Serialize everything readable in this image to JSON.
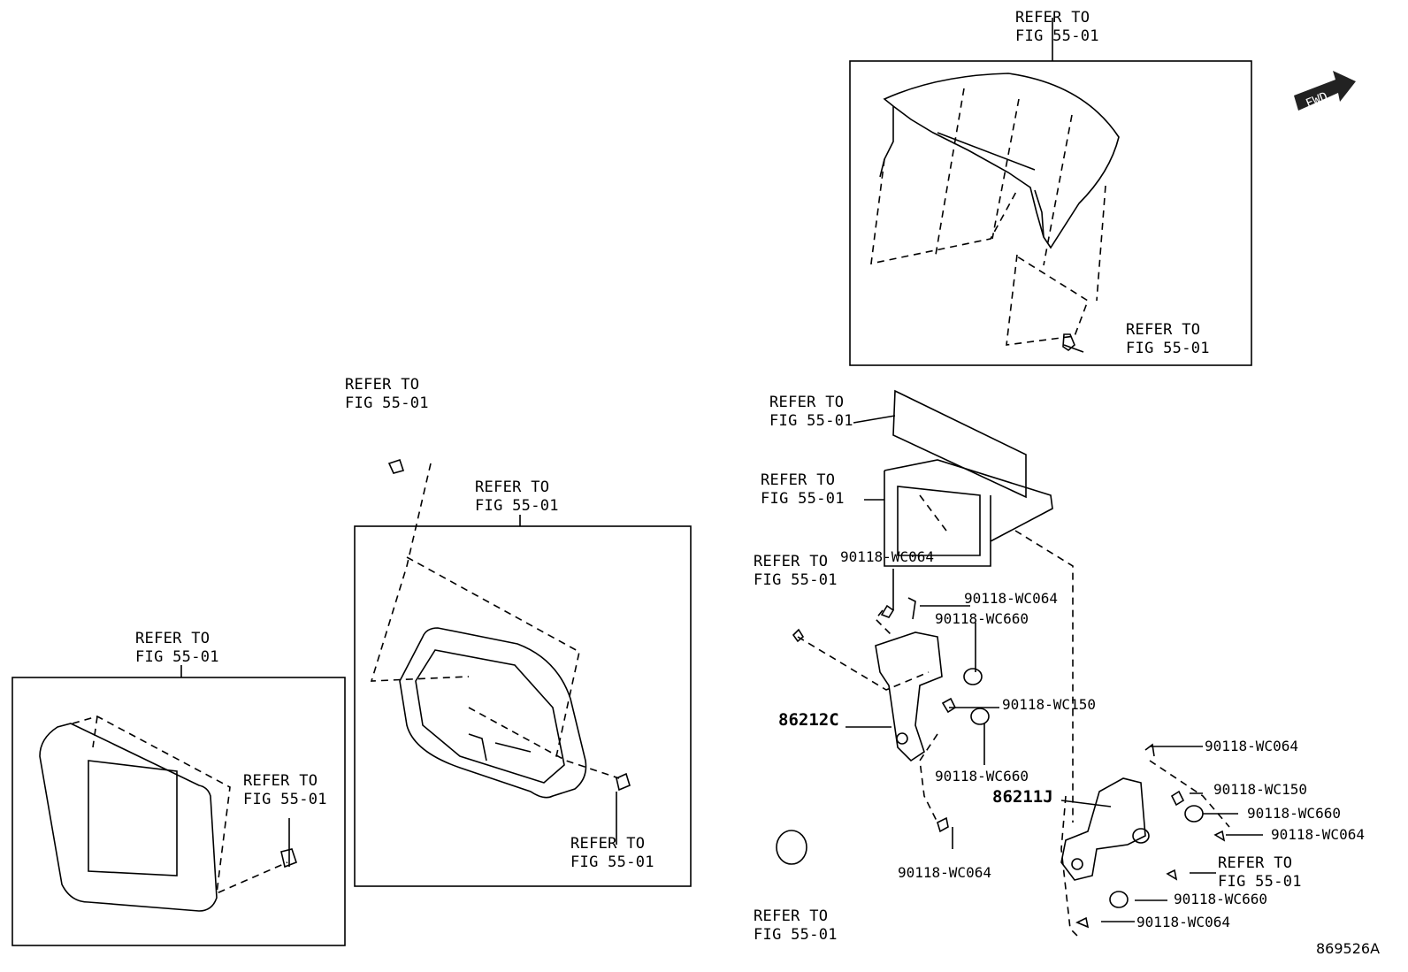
{
  "labels": {
    "refer_line1": "REFER TO",
    "refer_line2": "FIG 55-01"
  },
  "part_numbers": {
    "p86212C": "86212C",
    "p86211J": "86211J",
    "wc064": "90118-WC064",
    "wc660": "90118-WC660",
    "wc150": "90118-WC150"
  },
  "fwd_label": "FWD",
  "figure_id": "869526A"
}
